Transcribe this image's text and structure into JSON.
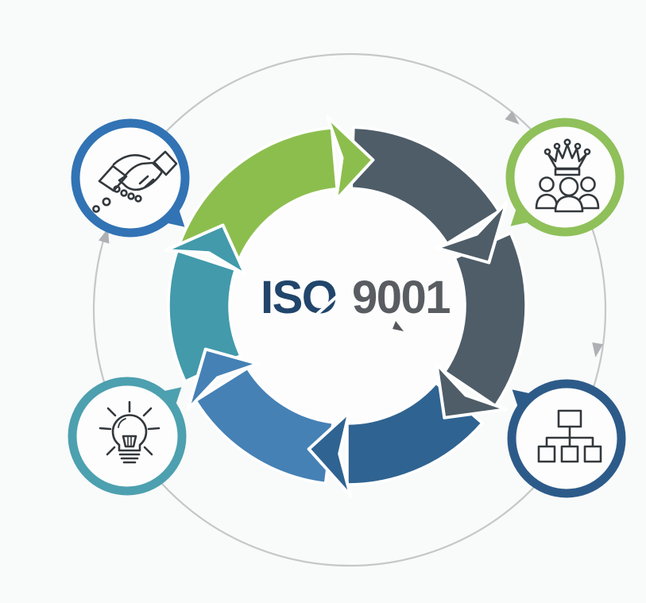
{
  "colors": {
    "background": "#f9fafa",
    "inner_disc": "#fdfdfd",
    "icon_ink": "#33383c",
    "artifact": "#55595d"
  },
  "title": {
    "iso": "ISO",
    "code": "9001",
    "iso_color": "#21456b",
    "code_color": "#595d62"
  },
  "ring": {
    "direction": "clockwise",
    "segments": [
      {
        "id": "green-top",
        "color": "#8cbe4e"
      },
      {
        "id": "slate-upper-right",
        "color": "#4e5d68"
      },
      {
        "id": "slate-lower-right",
        "color": "#4e5d68"
      },
      {
        "id": "dark-blue-bottom",
        "color": "#2f6391"
      },
      {
        "id": "medium-blue-bottom-left",
        "color": "#4581b5"
      },
      {
        "id": "teal-left",
        "color": "#429aab"
      }
    ]
  },
  "nodes": [
    {
      "position": "top-left",
      "icon": "handshake-icon",
      "color": "#3173b4"
    },
    {
      "position": "top-right",
      "icon": "crown-team-icon",
      "color": "#8fc05a"
    },
    {
      "position": "bottom-left",
      "icon": "lightbulb-icon",
      "color": "#4da0af"
    },
    {
      "position": "bottom-right",
      "icon": "org-chart-icon",
      "color": "#2d5b89"
    }
  ],
  "outer_circle": {
    "line_color": "#c5c7c8",
    "arrow_color": "#aeb1b3",
    "arrows": [
      "left-up",
      "top-right-down",
      "right-down"
    ]
  }
}
